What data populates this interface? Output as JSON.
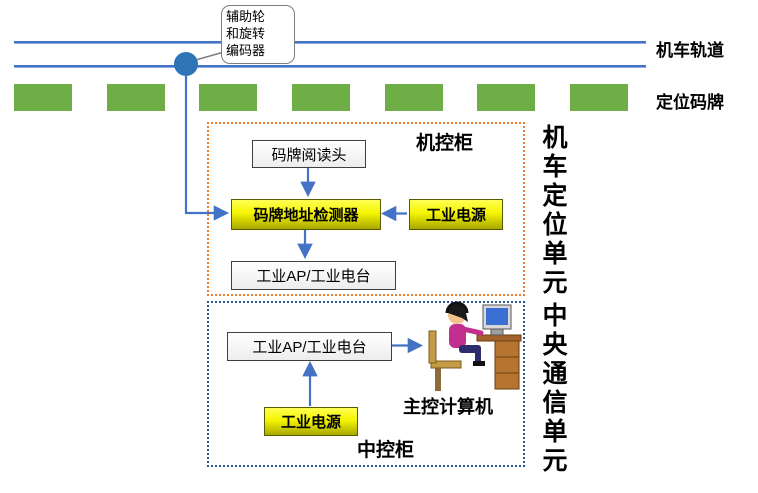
{
  "track": {
    "label": "机车轨道"
  },
  "plates": {
    "label": "定位码牌"
  },
  "callout": {
    "text": "辅助轮\n和旋转\n编码器"
  },
  "machine_cabinet": {
    "title": "机控柜",
    "reader": "码牌阅读头",
    "detector": "码牌地址检测器",
    "power": "工业电源",
    "ap": "工业AP/工业电台"
  },
  "central_cabinet": {
    "title": "中控柜",
    "ap": "工业AP/工业电台",
    "power": "工业电源",
    "computer": "主控计算机"
  },
  "side_labels": {
    "positioning_unit": "机车定位单元",
    "communication_unit": "中央通信单元"
  },
  "colors": {
    "track_line": "#4472C4",
    "plate_green": "#6FAD47",
    "arrow_blue": "#4472C4",
    "encoder_circle": "#2E75B6",
    "machine_cabinet_border": "#ED7D31",
    "central_cabinet_border": "#2F5496",
    "power_box_yellow": "#FFFF00"
  }
}
